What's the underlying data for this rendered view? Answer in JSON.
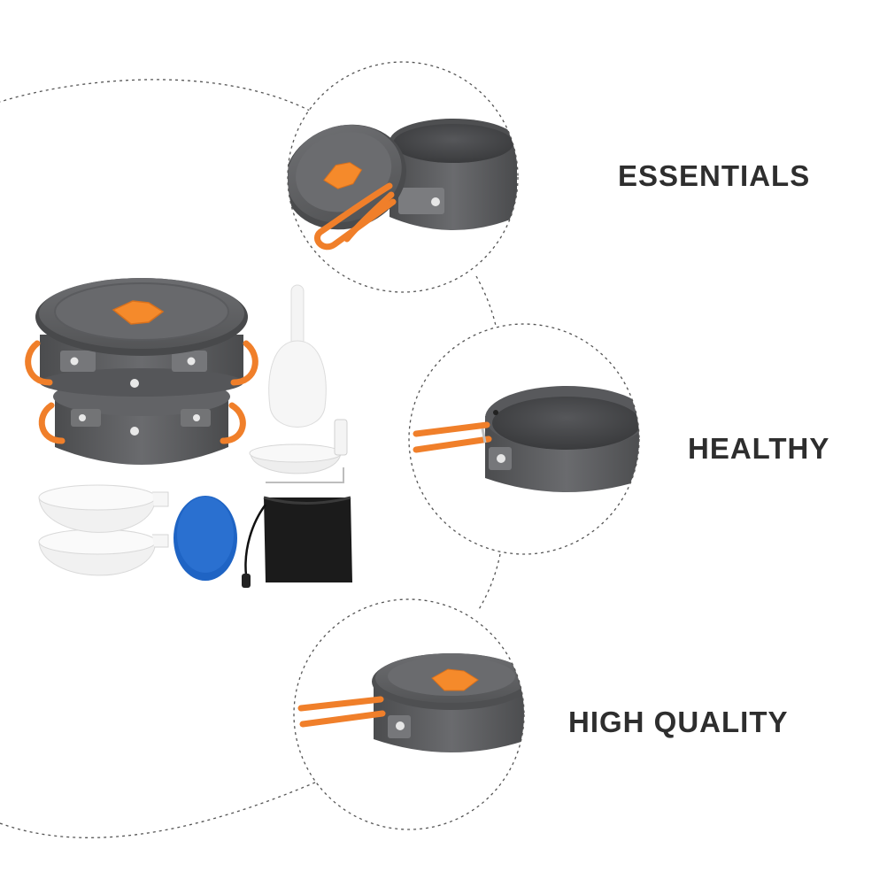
{
  "features": [
    {
      "label": "ESSENTIALS"
    },
    {
      "label": "HEALTHY"
    },
    {
      "label": "HIGH QUALITY"
    }
  ],
  "colors": {
    "pot_body": "#5a5b5d",
    "pot_dark": "#3f4042",
    "pot_light": "#7a7b7e",
    "handle_orange": "#f07f2a",
    "knob_orange": "#f58a2b",
    "bowl_white": "#f3f3f3",
    "sponge_blue": "#1f64c4",
    "pouch_black": "#1b1b1b",
    "dash_line": "#555555",
    "label_text": "#2e2e2e"
  },
  "icons": [
    "cookware-set-illustration",
    "pot-with-lid-closeup",
    "frying-pan-closeup",
    "lidded-pan-closeup"
  ]
}
